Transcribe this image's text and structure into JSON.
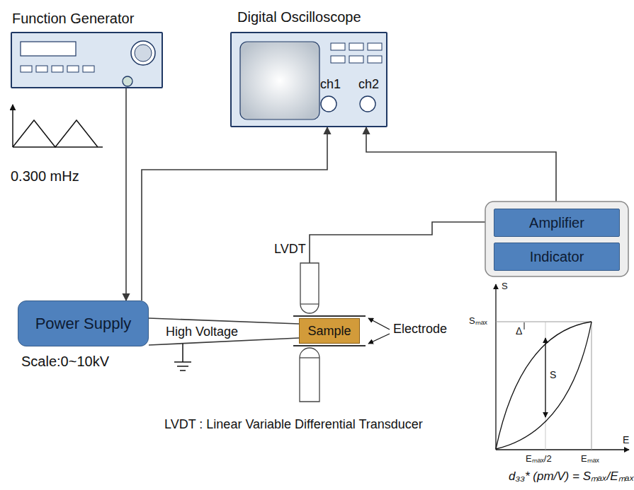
{
  "diagram": {
    "nodes": [
      {
        "text": [
          "Function Generator"
        ]
      },
      {
        "text": [
          "Digital Oscilloscope",
          "ch1",
          "ch2"
        ]
      },
      {
        "text": [
          "Amplifier"
        ]
      },
      {
        "text": [
          "Indicator"
        ]
      },
      {
        "text": [
          "LVDT"
        ]
      },
      {
        "text": [
          "Power Supply"
        ]
      },
      {
        "text": [
          "Sample"
        ]
      }
    ],
    "edges": [
      {
        "from": 0,
        "to": 5,
        "arrow": "to"
      },
      {
        "from": 5,
        "to": 1,
        "arrow": "to"
      },
      {
        "from": 5,
        "to": 6,
        "label": "High Voltage",
        "arrow": "none"
      },
      {
        "from": 5,
        "to": 6,
        "arrow": "none"
      },
      {
        "from": 4,
        "to": 2,
        "arrow": "none"
      },
      {
        "from": 2,
        "to": 1,
        "arrow": "to"
      }
    ],
    "labels": [
      "0.300 mHz",
      "Scale:0~10kV",
      "Electrode",
      "LVDT : Linear Variable Differential Transducer",
      "S",
      "Sₘₐₓ",
      "Δ",
      "S",
      "E",
      "Eₘₐₓ/2",
      "Eₘₐₓ",
      "d₃₃* (pm/V) = Sₘₐₓ/Eₘₐₓ"
    ]
  }
}
